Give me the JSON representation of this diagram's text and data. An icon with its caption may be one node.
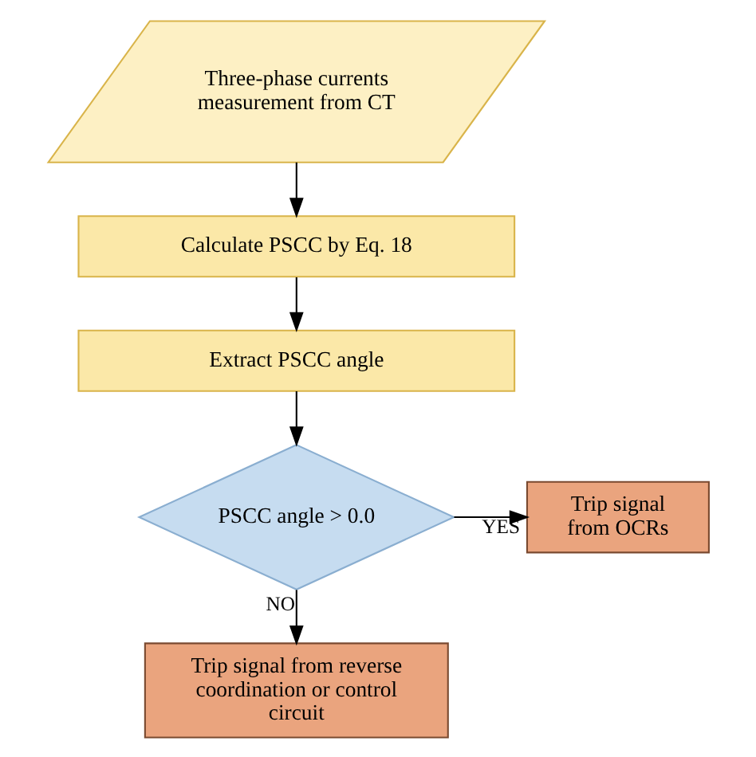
{
  "diagram": {
    "nodes": [
      {
        "text": [
          "Three-phase currents measurement from CT"
        ]
      },
      {
        "text": [
          "Calculate PSCC by Eq. 18"
        ]
      },
      {
        "text": [
          "Extract PSCC angle"
        ]
      },
      {
        "text": [
          "PSCC angle > 0.0"
        ]
      },
      {
        "text": [
          "Trip signal from OCRs"
        ]
      },
      {
        "text": [
          "Trip signal from reverse coordination or control circuit"
        ]
      }
    ],
    "edges": [
      {
        "from": 0,
        "to": 1,
        "arrow": "to"
      },
      {
        "from": 1,
        "to": 2,
        "arrow": "to"
      },
      {
        "from": 2,
        "to": 3,
        "arrow": "to"
      },
      {
        "from": 3,
        "to": 4,
        "arrow": "to",
        "label": "YES"
      },
      {
        "from": 3,
        "to": 5,
        "arrow": "to",
        "label": "NO"
      }
    ]
  }
}
